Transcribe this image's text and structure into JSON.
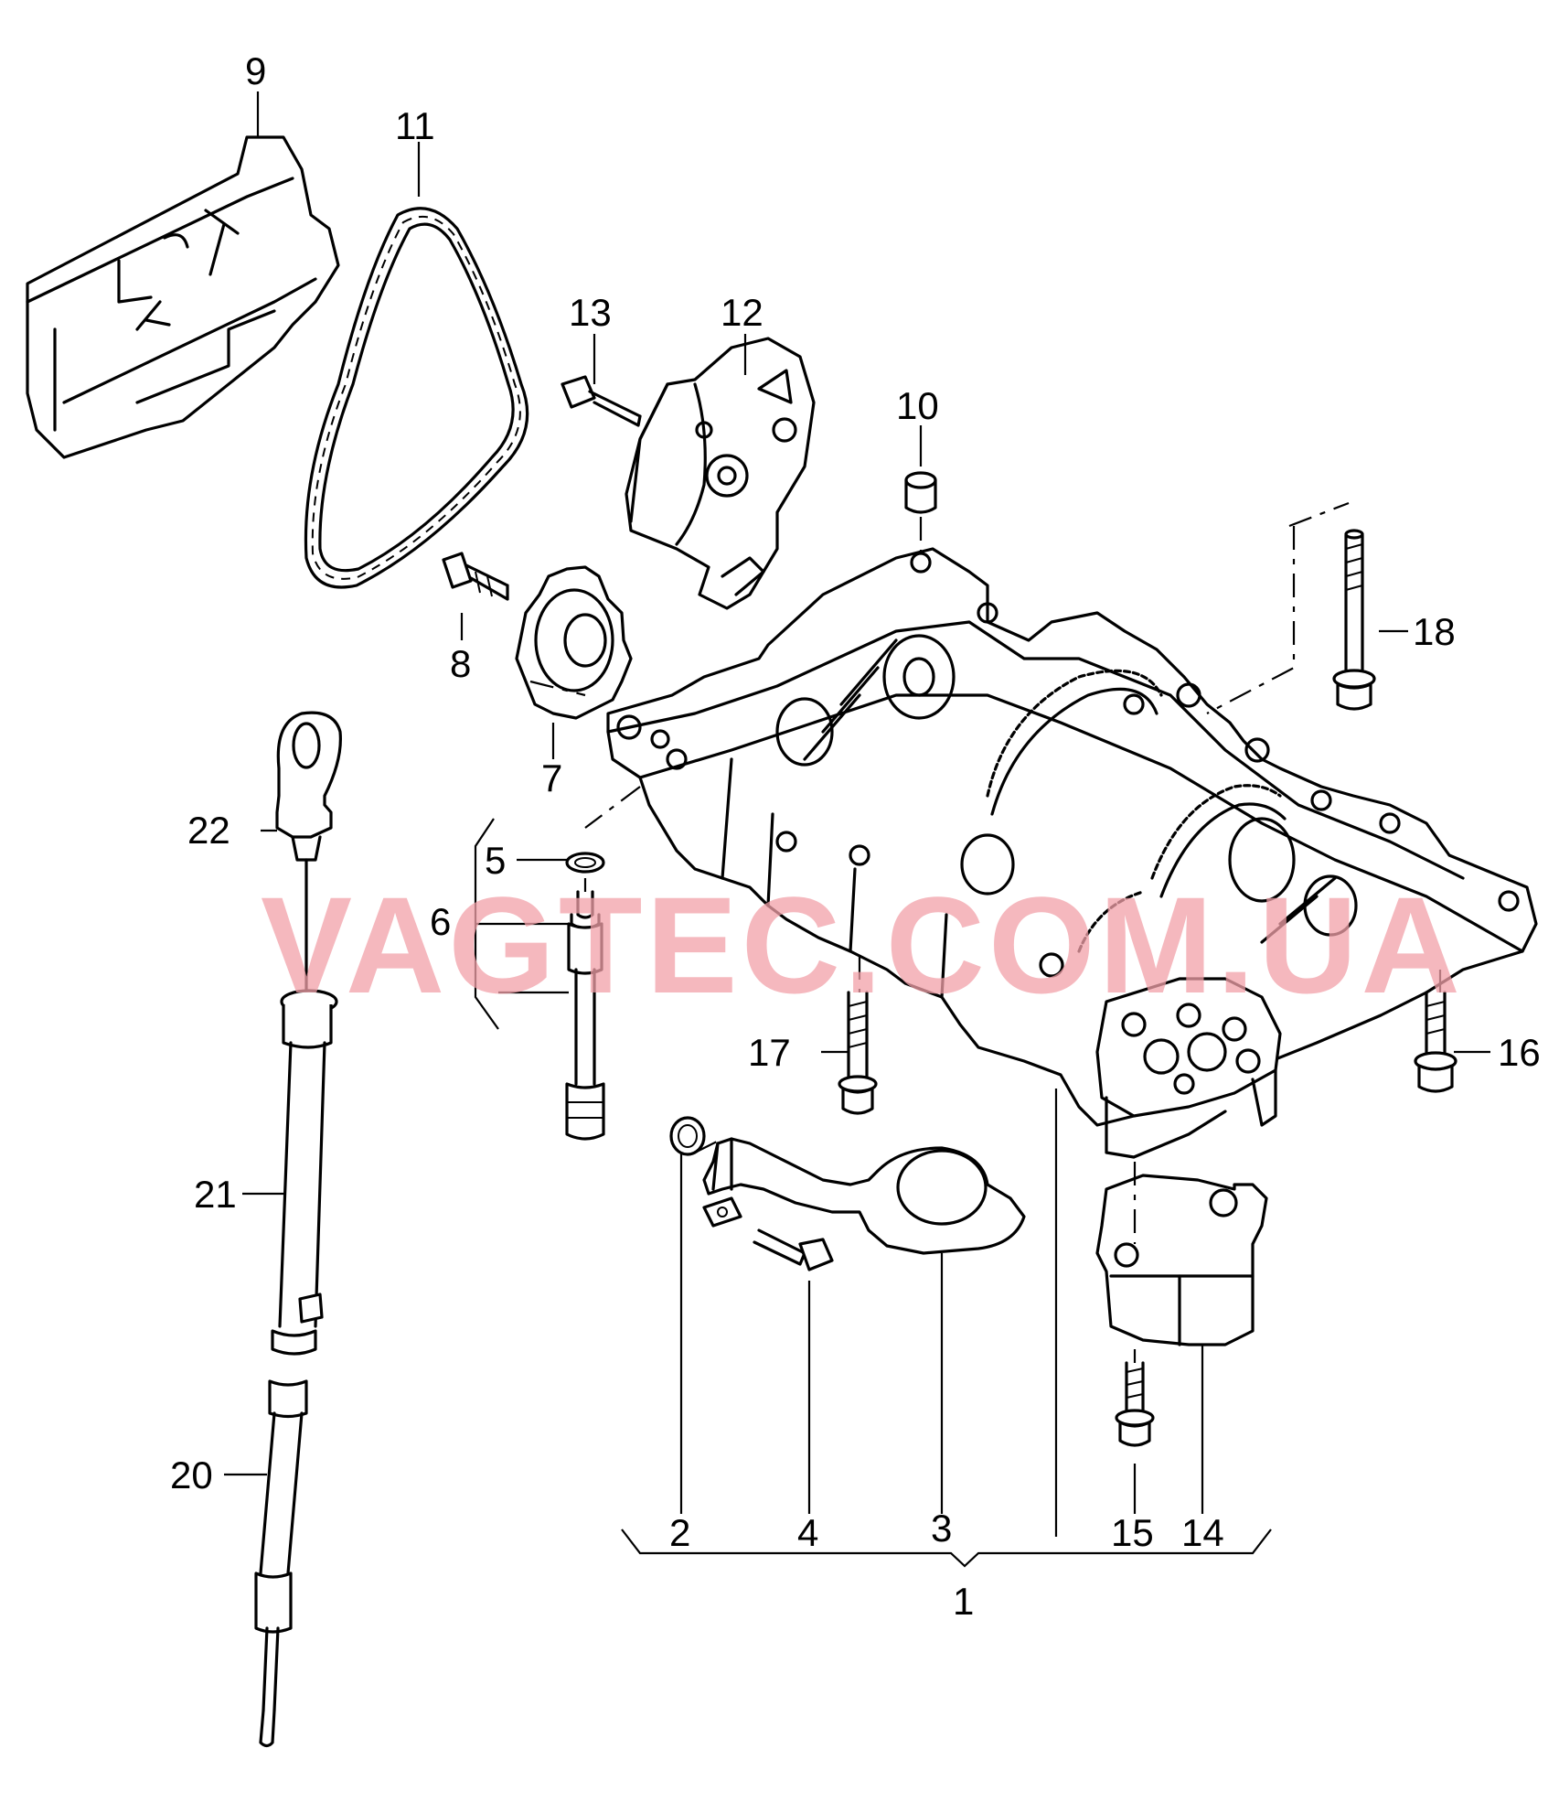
{
  "watermark": "VAGTEC.COM.UA",
  "callouts": {
    "c1": "1",
    "c2": "2",
    "c3": "3",
    "c4": "4",
    "c5": "5",
    "c6": "6",
    "c7": "7",
    "c8": "8",
    "c9": "9",
    "c10": "10",
    "c11": "11",
    "c12": "12",
    "c13": "13",
    "c14": "14",
    "c15": "15",
    "c16": "16",
    "c17": "17",
    "c18": "18",
    "c20": "20",
    "c21": "21",
    "c22": "22"
  }
}
